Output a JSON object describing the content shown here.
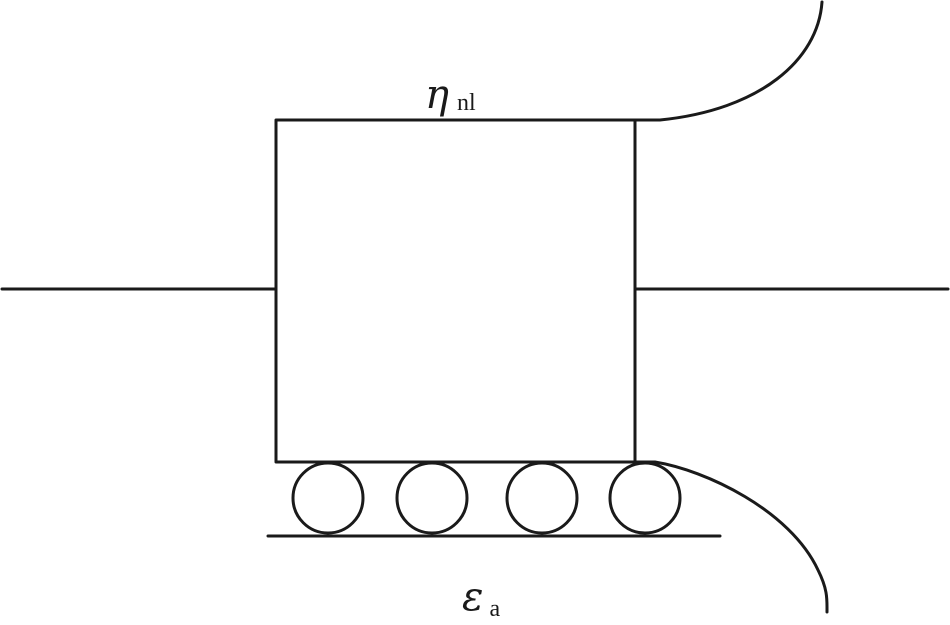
{
  "diagram": {
    "labels": {
      "top": {
        "symbol": "η",
        "subscript": "nl"
      },
      "bottom": {
        "symbol": "ε",
        "subscript": "a"
      }
    },
    "colors": {
      "stroke": "#1a1a1a",
      "background": "#ffffff"
    }
  }
}
